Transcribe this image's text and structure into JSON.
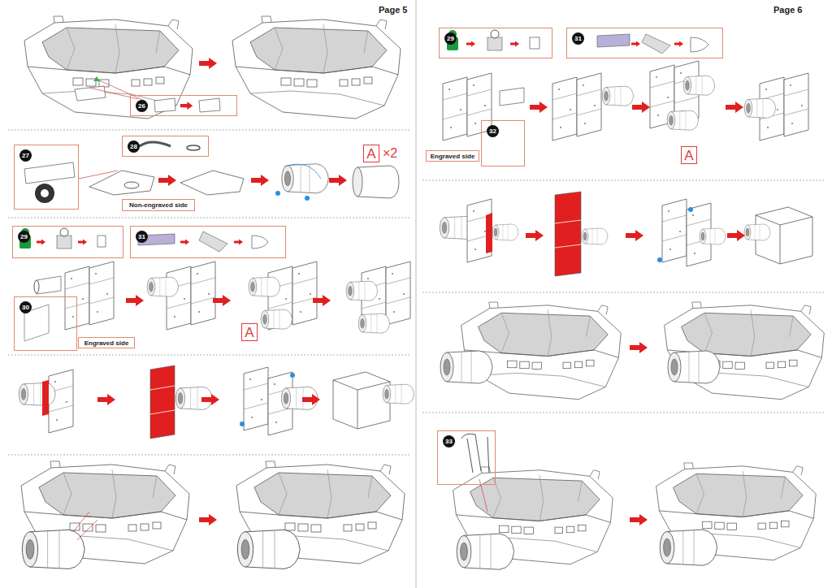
{
  "diagram": {
    "nodes": [
      {
        "text": [
          "26"
        ]
      },
      {
        "text": [
          "27"
        ]
      },
      {
        "text": [
          "28"
        ]
      },
      {
        "text": [
          "Non-engraved side"
        ]
      },
      {
        "text": [
          "A"
        ]
      },
      {
        "text": [
          "29"
        ]
      },
      {
        "text": [
          "31"
        ]
      },
      {
        "text": [
          "30"
        ]
      },
      {
        "text": [
          "Engraved side"
        ]
      },
      {
        "text": [
          "A"
        ]
      },
      {
        "text": [
          "29"
        ]
      },
      {
        "text": [
          "31"
        ]
      },
      {
        "text": [
          "32"
        ]
      },
      {
        "text": [
          "Engraved side"
        ]
      },
      {
        "text": [
          "A"
        ]
      },
      {
        "text": [
          "33"
        ]
      }
    ],
    "labels": [
      "Page 5",
      "Page 6",
      "×2"
    ]
  }
}
